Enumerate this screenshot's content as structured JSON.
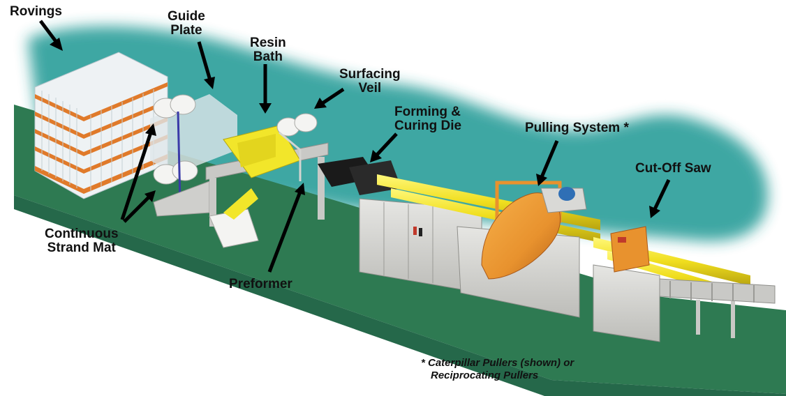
{
  "labels": {
    "rovings": "Rovings",
    "guide_plate": [
      "Guide",
      "Plate"
    ],
    "resin_bath": [
      "Resin",
      "Bath"
    ],
    "surfacing_veil": [
      "Surfacing",
      "Veil"
    ],
    "forming_curing_die": [
      "Forming &",
      "Curing Die"
    ],
    "pulling_system": "Pulling System *",
    "cut_off_saw": "Cut-Off Saw",
    "continuous_strand_mat": [
      "Continuous",
      "Strand Mat"
    ],
    "preformer": "Preformer"
  },
  "footnote": [
    "* Caterpillar Pullers (shown) or",
    "Reciprocating Pullers"
  ],
  "colors": {
    "background_glow": "#2a9e9a",
    "floor": "#2e7a52",
    "machine_gray": "#d9d9d6",
    "resin_yellow": "#f2e62a",
    "puller_orange": "#e8922e",
    "pallet_orange": "#e07a2a",
    "die_black": "#1a1a1a",
    "arrow": "#000000"
  }
}
